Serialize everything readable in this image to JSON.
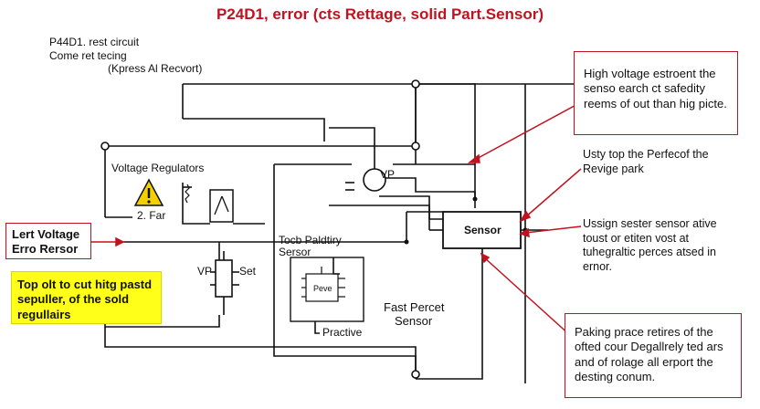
{
  "title": "P24D1, error (cts Rettage, solid Part.Sensor)",
  "header_note": {
    "line1": "P44D1. rest circuit",
    "line2": "Come ret tecing",
    "line3": "(Kpress Al Recvort)"
  },
  "labels": {
    "voltage_regulators": "Voltage Regulators",
    "far": "2. Far",
    "vp_top": "VP",
    "sensor_box": "Sensor",
    "touch_line1": "Tocb Paldtiry",
    "touch_line2": "Sersor",
    "inner_chip": "Peve",
    "practive": "Practive",
    "fast_line1": "Fast Percet",
    "fast_line2": "Sensor",
    "vp_left": "VP",
    "set": "Set"
  },
  "left_callout": {
    "line1": "Lert Voltage",
    "line2": "Erro Rersor"
  },
  "yellow_note": {
    "line1": "Top olt to cut hitg pastd",
    "line2": "sepuller, of the sold",
    "line3": "regullairs"
  },
  "callouts": {
    "high_voltage": [
      "High voltage estroent the",
      "senso earch ct safedity",
      "reems of out than hig picte."
    ],
    "usty": [
      "Usty top the Perfecof the",
      "Revige park"
    ],
    "ussign": [
      "Ussign sester sensor ative",
      "toust or etiten vost at",
      "tuhegraltic perces atsed in",
      "ernor."
    ],
    "paking": [
      "Paking prace retires of the",
      "ofted cour Degallrely ted ars",
      "and of rolage all erport the",
      "desting conum."
    ]
  },
  "colors": {
    "title": "#c1121f",
    "callout_border": "#c1121f",
    "arrow": "#c1121f",
    "highlight": "#ffff1a",
    "warning": "#f5d000",
    "wire": "#111111"
  },
  "icons": [
    "warning-icon",
    "meter-icon",
    "chip-icon",
    "resistor-icon"
  ]
}
